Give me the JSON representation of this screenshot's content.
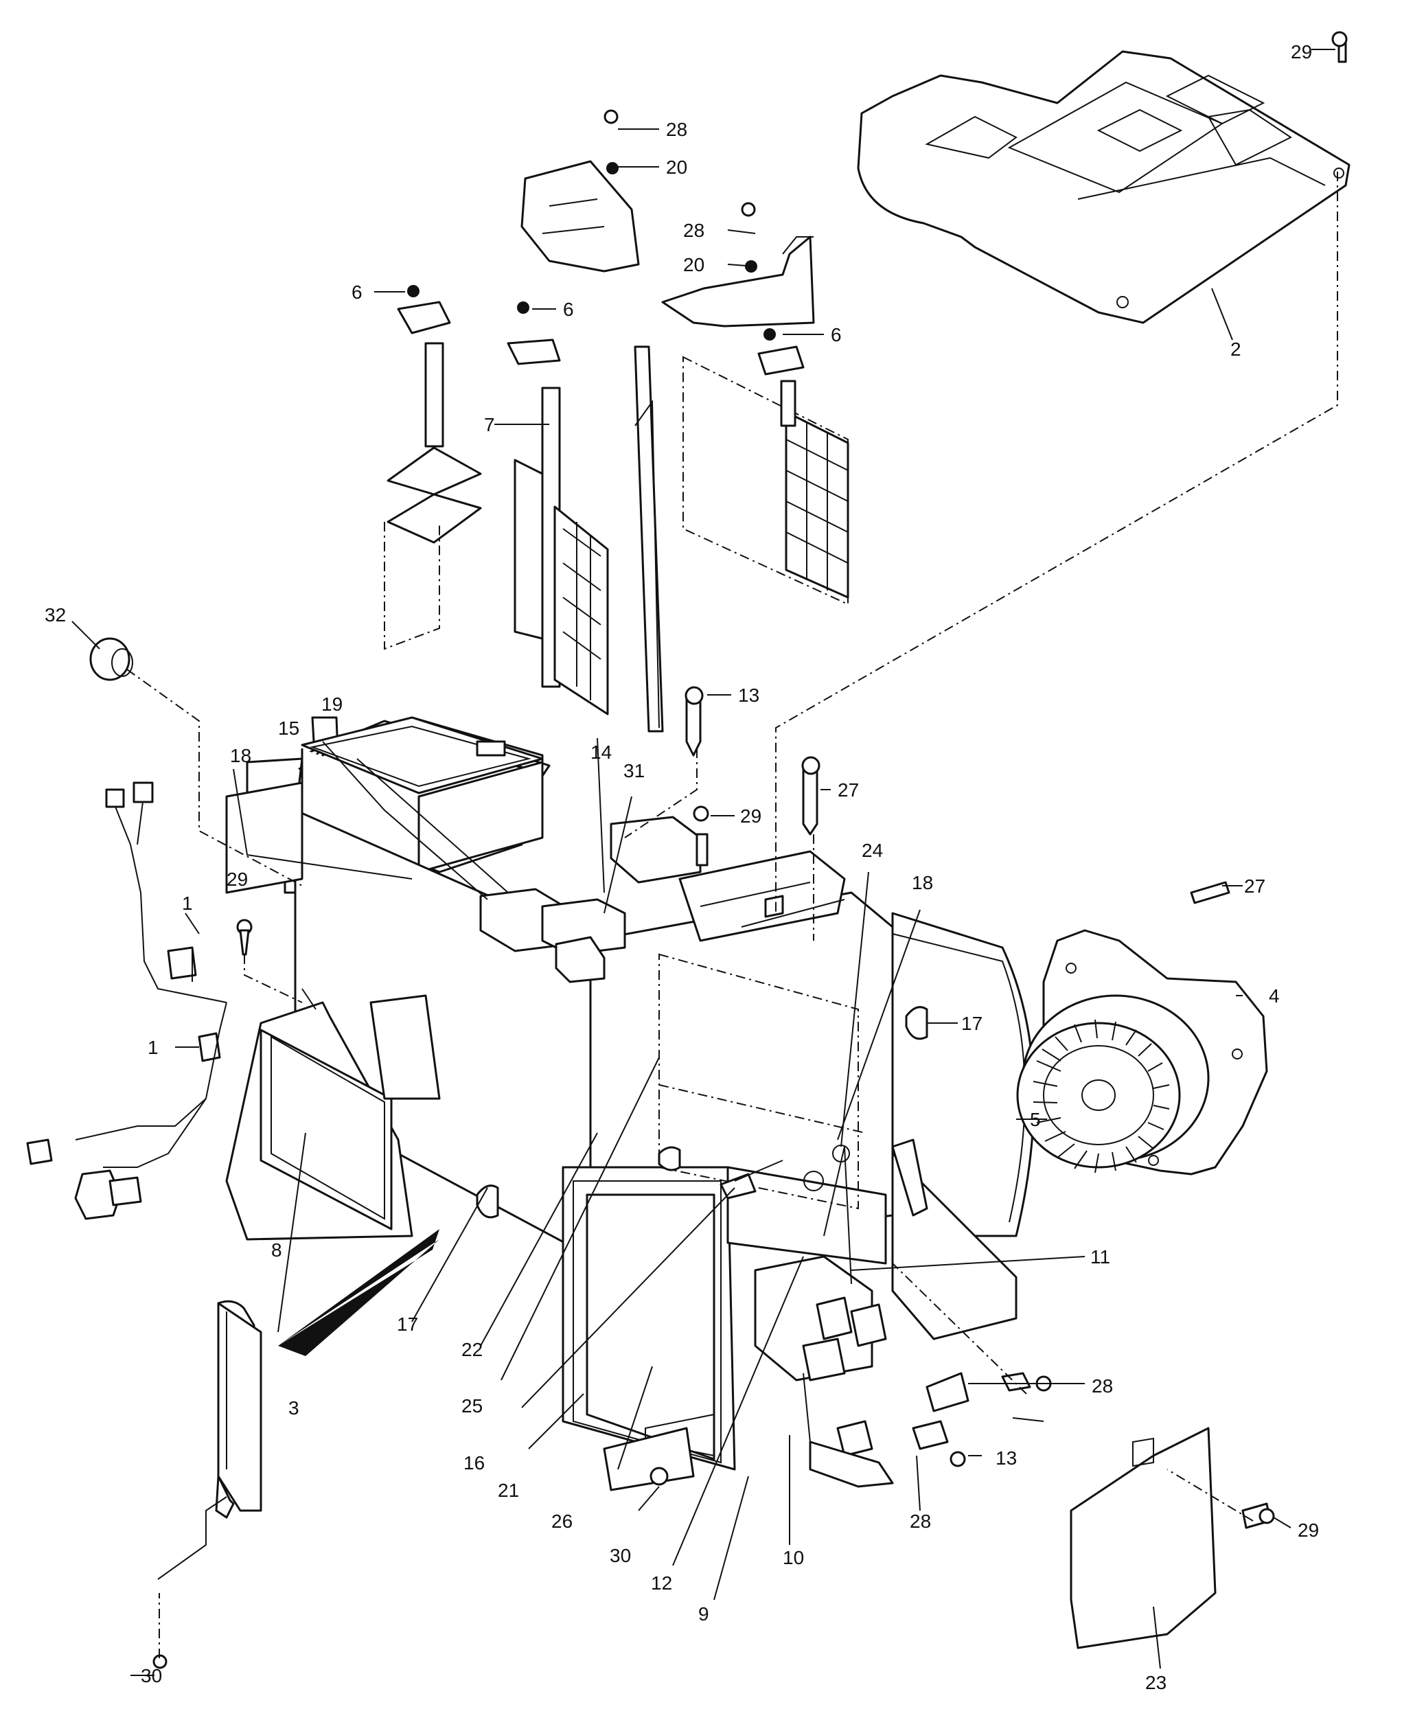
{
  "diagram": {
    "callouts": [
      "1",
      "1",
      "2",
      "3",
      "4",
      "5",
      "6",
      "6",
      "6",
      "7",
      "8",
      "9",
      "10",
      "11",
      "12",
      "13",
      "13",
      "14",
      "15",
      "16",
      "17",
      "17",
      "18",
      "18",
      "19",
      "20",
      "20",
      "21",
      "22",
      "23",
      "24",
      "25",
      "26",
      "27",
      "27",
      "28",
      "28",
      "28",
      "28",
      "29",
      "29",
      "29",
      "29",
      "30",
      "30",
      "31",
      "32"
    ],
    "arrow_color": "#111111"
  }
}
